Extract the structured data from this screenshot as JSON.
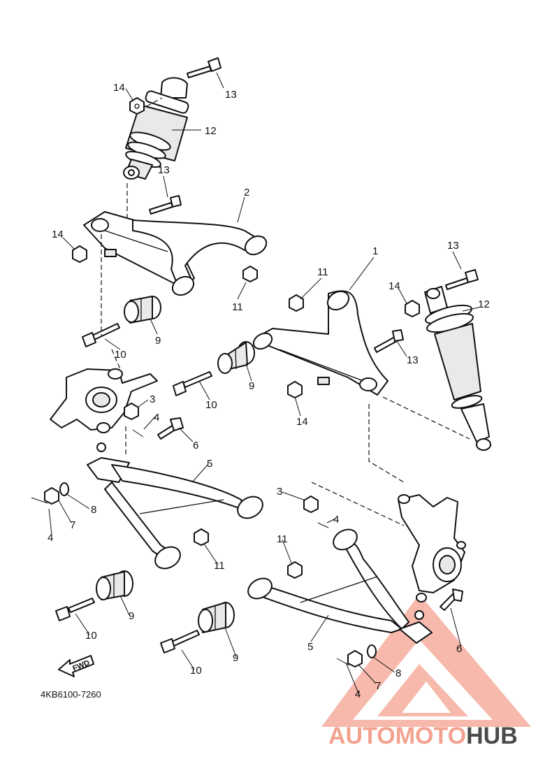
{
  "diagram_code": "4KB6100-7260",
  "fwd_label": "FWD",
  "watermark": {
    "part1": "AUTO",
    "part2": "MOTO",
    "part3": "HUB",
    "color_main": "#f3a28f",
    "color_dark": "#4a4a4a"
  },
  "callouts": [
    {
      "id": "c14a",
      "text": "14"
    },
    {
      "id": "c13a",
      "text": "13"
    },
    {
      "id": "c12a",
      "text": "12"
    },
    {
      "id": "c13b",
      "text": "13"
    },
    {
      "id": "c2",
      "text": "2"
    },
    {
      "id": "c14b",
      "text": "14"
    },
    {
      "id": "c11a",
      "text": "11"
    },
    {
      "id": "c11b",
      "text": "11"
    },
    {
      "id": "c1",
      "text": "1"
    },
    {
      "id": "c13c",
      "text": "13"
    },
    {
      "id": "c14c",
      "text": "14"
    },
    {
      "id": "c12b",
      "text": "12"
    },
    {
      "id": "c13d",
      "text": "13"
    },
    {
      "id": "c9a",
      "text": "9"
    },
    {
      "id": "c10a",
      "text": "10"
    },
    {
      "id": "c9b",
      "text": "9"
    },
    {
      "id": "c10b",
      "text": "10"
    },
    {
      "id": "c14d",
      "text": "14"
    },
    {
      "id": "c3a",
      "text": "3"
    },
    {
      "id": "c4a",
      "text": "4"
    },
    {
      "id": "c6a",
      "text": "6"
    },
    {
      "id": "c5a",
      "text": "5"
    },
    {
      "id": "c8a",
      "text": "8"
    },
    {
      "id": "c7a",
      "text": "7"
    },
    {
      "id": "c4b",
      "text": "4"
    },
    {
      "id": "c3b",
      "text": "3"
    },
    {
      "id": "c4c",
      "text": "4"
    },
    {
      "id": "c11c",
      "text": "11"
    },
    {
      "id": "c11d",
      "text": "11"
    },
    {
      "id": "c9c",
      "text": "9"
    },
    {
      "id": "c10c",
      "text": "10"
    },
    {
      "id": "c5b",
      "text": "5"
    },
    {
      "id": "c6b",
      "text": "6"
    },
    {
      "id": "c9d",
      "text": "9"
    },
    {
      "id": "c10d",
      "text": "10"
    },
    {
      "id": "c8b",
      "text": "8"
    },
    {
      "id": "c7b",
      "text": "7"
    },
    {
      "id": "c4d",
      "text": "4"
    }
  ]
}
